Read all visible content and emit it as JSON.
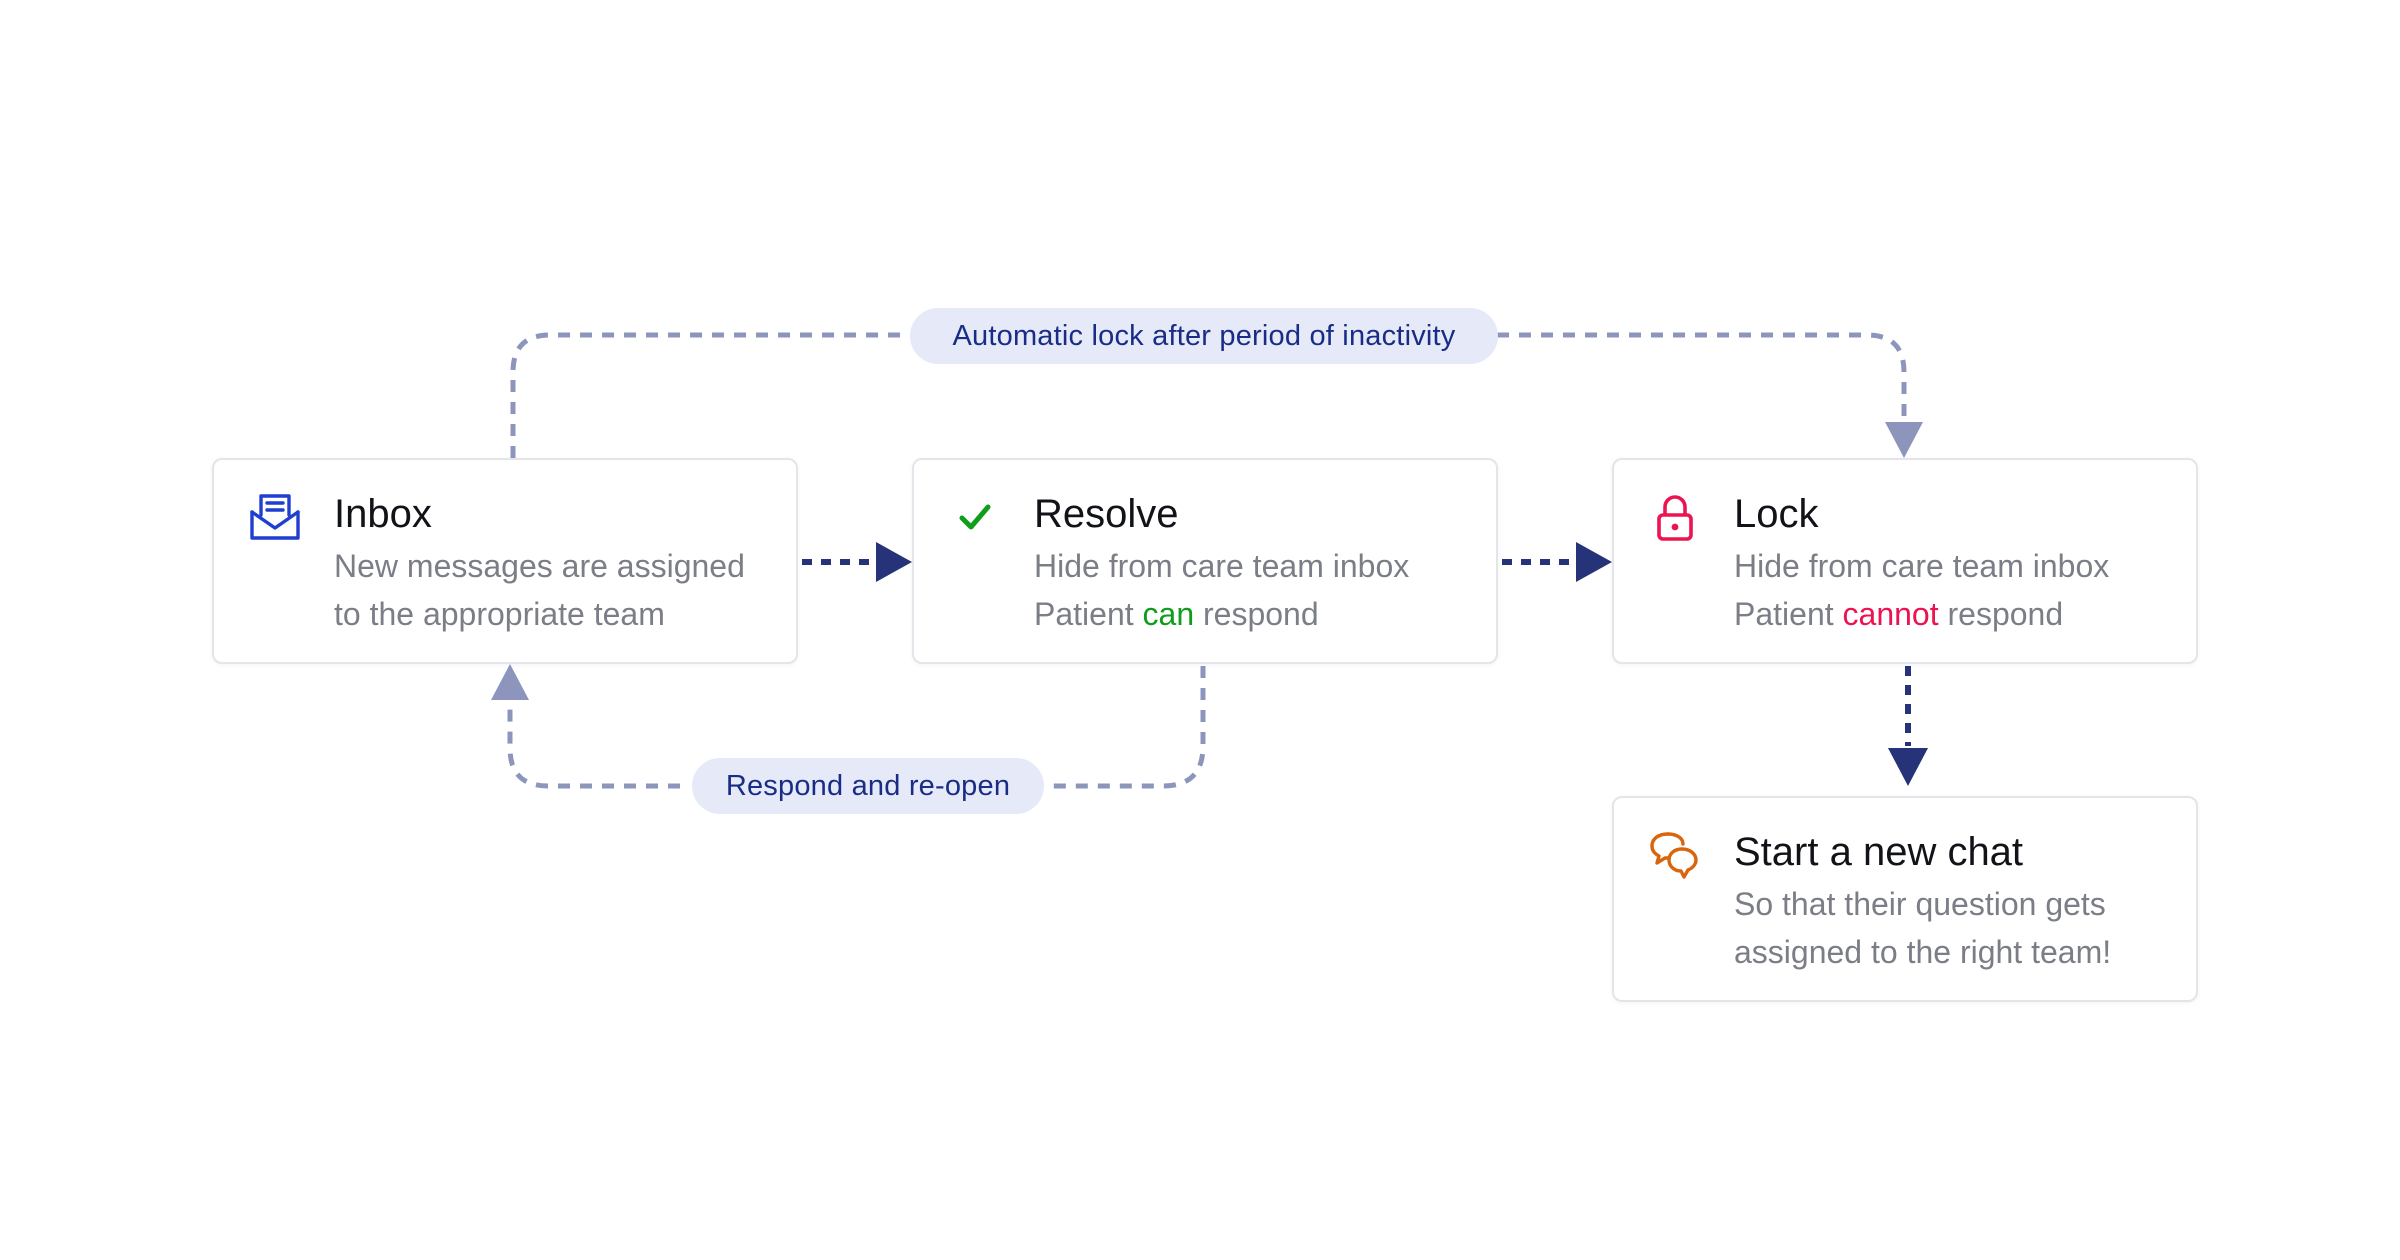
{
  "colors": {
    "dark_arrow": "#263378",
    "light_arrow": "#8d95bc",
    "pill_bg": "#e6e9f8",
    "pill_text": "#1a2d86",
    "inbox_icon": "#1f3fd1",
    "resolve_icon": "#0f9d1c",
    "lock_icon": "#ec1450",
    "chat_icon": "#d9650d"
  },
  "labels": {
    "top": "Automatic lock after period of inactivity",
    "bottom": "Respond and re-open"
  },
  "nodes": {
    "inbox": {
      "icon": "envelope-icon",
      "title": "Inbox",
      "line1": "New messages are assigned",
      "line2": "to the appropriate team"
    },
    "resolve": {
      "icon": "check-icon",
      "title": "Resolve",
      "line1": "Hide from care team inbox",
      "line2_prefix": "Patient ",
      "line2_highlight": "can",
      "line2_suffix": " respond"
    },
    "lock": {
      "icon": "lock-icon",
      "title": "Lock",
      "line1": "Hide from care team inbox",
      "line2_prefix": "Patient ",
      "line2_highlight": "cannot",
      "line2_suffix": " respond"
    },
    "new_chat": {
      "icon": "chat-bubbles-icon",
      "title": "Start a new chat",
      "line1": "So that their question gets",
      "line2": "assigned to the right team!"
    }
  }
}
